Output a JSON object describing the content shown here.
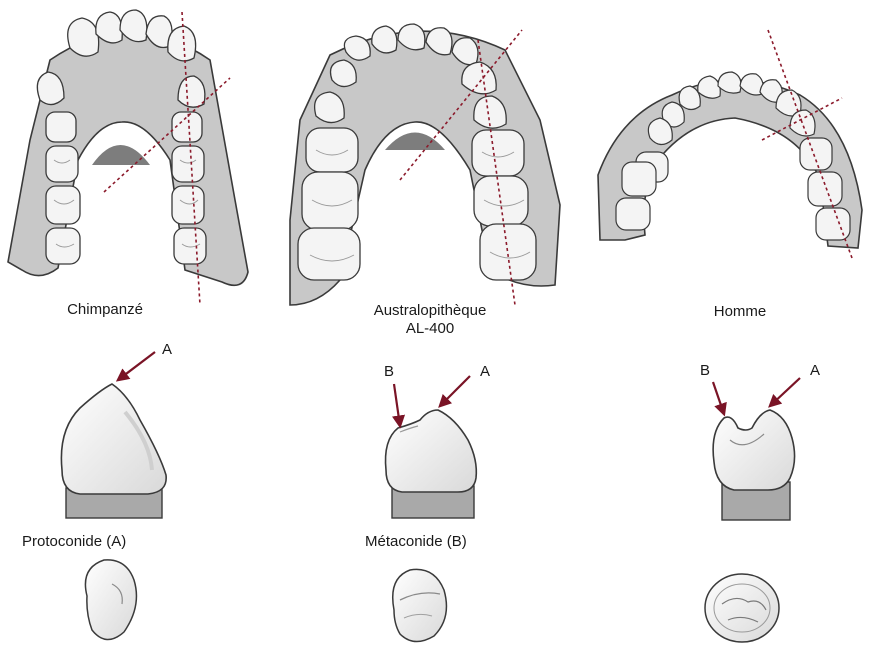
{
  "species": [
    {
      "name": "Chimpanzé",
      "sub": ""
    },
    {
      "name": "Australopithèque",
      "sub": "AL-400"
    },
    {
      "name": "Homme",
      "sub": ""
    }
  ],
  "cusps": {
    "protoconide": "Protoconide (A)",
    "metaconide": "Métaconide (B)",
    "marker_a": "A",
    "marker_b": "B"
  },
  "colors": {
    "jaw_fill": "#c8c8c8",
    "tooth_fill": "#f4f4f4",
    "outline": "#3a3a3a",
    "axis_line": "#8b1a2b",
    "arrow": "#7a1426",
    "root_fill": "#a9a9a9"
  }
}
